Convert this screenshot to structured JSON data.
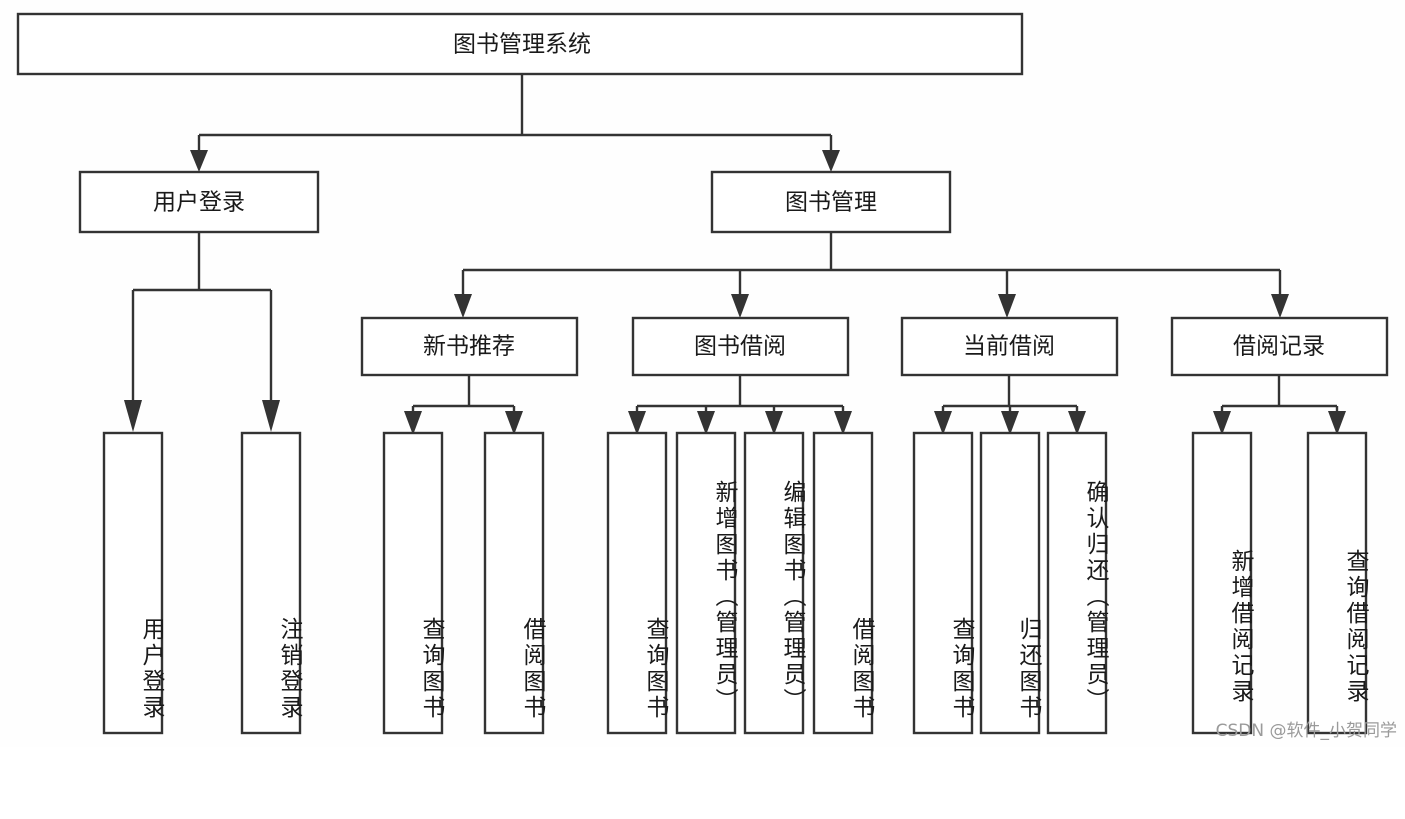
{
  "diagram": {
    "type": "tree-hierarchy",
    "title": "图书管理系统",
    "watermark": "CSDN @软件_小贺同学",
    "colors": {
      "background": "#fefefe",
      "box_fill": "#ffffff",
      "stroke": "#333333",
      "text": "#1a1a1a",
      "watermark": "#9a9a9a"
    },
    "root": {
      "id": "root",
      "label": "图书管理系统",
      "orientation": "horizontal"
    },
    "level2": [
      {
        "id": "user-login",
        "label": "用户登录",
        "orientation": "horizontal"
      },
      {
        "id": "book-manage",
        "label": "图书管理",
        "orientation": "horizontal"
      }
    ],
    "level3": [
      {
        "id": "new-book-recommend",
        "label": "新书推荐",
        "orientation": "horizontal",
        "parent": "book-manage"
      },
      {
        "id": "book-borrow",
        "label": "图书借阅",
        "orientation": "horizontal",
        "parent": "book-manage"
      },
      {
        "id": "current-borrow",
        "label": "当前借阅",
        "orientation": "horizontal",
        "parent": "book-manage"
      },
      {
        "id": "borrow-record",
        "label": "借阅记录",
        "orientation": "horizontal",
        "parent": "book-manage"
      }
    ],
    "leaves": [
      {
        "id": "leaf-user-login",
        "label": "用户登录",
        "parent": "user-login",
        "orientation": "vertical"
      },
      {
        "id": "leaf-logout-login",
        "label": "注销登录",
        "parent": "user-login",
        "orientation": "vertical"
      },
      {
        "id": "leaf-query-book-1",
        "label": "查询图书",
        "parent": "new-book-recommend",
        "orientation": "vertical"
      },
      {
        "id": "leaf-borrow-book-1",
        "label": "借阅图书",
        "parent": "new-book-recommend",
        "orientation": "vertical"
      },
      {
        "id": "leaf-query-book-2",
        "label": "查询图书",
        "parent": "book-borrow",
        "orientation": "vertical"
      },
      {
        "id": "leaf-add-book",
        "label": "新增图书（管理员）",
        "parent": "book-borrow",
        "orientation": "vertical"
      },
      {
        "id": "leaf-edit-book",
        "label": "编辑图书（管理员）",
        "parent": "book-borrow",
        "orientation": "vertical"
      },
      {
        "id": "leaf-borrow-book-2",
        "label": "借阅图书",
        "parent": "book-borrow",
        "orientation": "vertical"
      },
      {
        "id": "leaf-query-book-3",
        "label": "查询图书",
        "parent": "current-borrow",
        "orientation": "vertical"
      },
      {
        "id": "leaf-return-book",
        "label": "归还图书",
        "parent": "current-borrow",
        "orientation": "vertical"
      },
      {
        "id": "leaf-confirm-return",
        "label": "确认归还（管理员）",
        "parent": "current-borrow",
        "orientation": "vertical"
      },
      {
        "id": "leaf-add-record",
        "label": "新增借阅记录",
        "parent": "borrow-record",
        "orientation": "vertical"
      },
      {
        "id": "leaf-query-record",
        "label": "查询借阅记录",
        "parent": "borrow-record",
        "orientation": "vertical"
      }
    ]
  }
}
